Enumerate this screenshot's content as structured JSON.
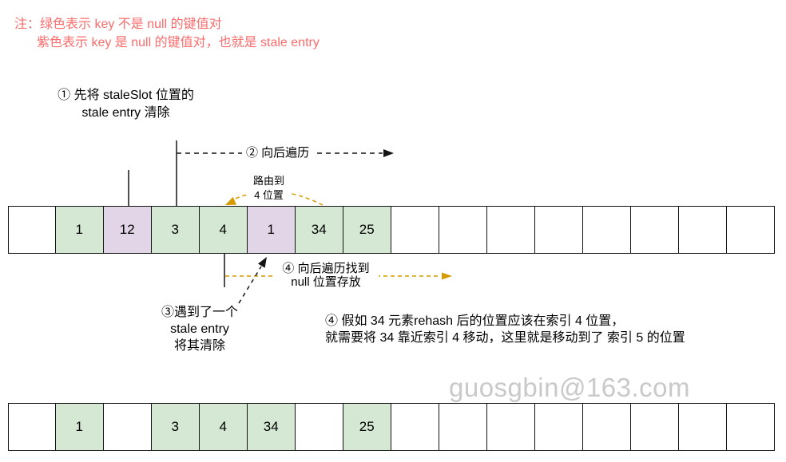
{
  "note": {
    "line1": "注：绿色表示 key 不是 null 的键值对",
    "line2": "紫色表示 key 是 null 的键值对，也就是 stale entry"
  },
  "steps": {
    "step1": [
      "① 先将 staleSlot 位置的",
      "stale entry 清除"
    ],
    "step2": "② 向后遍历",
    "route": [
      "路由到",
      "4 位置"
    ],
    "step4_traverse": [
      "④ 向后遍历找到",
      "null 位置存放"
    ],
    "step3": [
      "③遇到了一个",
      "stale entry",
      "将其清除"
    ],
    "step4_explain": [
      "④ 假如 34 元素rehash 后的位置应该在索引 4 位置，",
      "就需要将 34 靠近索引 4 移动，这里就是移动到了 索引 5 的位置"
    ]
  },
  "watermark": "guosgbin@163.com",
  "colors": {
    "green_cell": "#d5e8d4",
    "purple_cell": "#e1d5e7",
    "arrow_orange": "#d79b00",
    "note_red": "#fc6c6c",
    "watermark_gray": "#c9c9c9"
  },
  "arrays": {
    "top": {
      "cells": [
        {
          "value": "",
          "color": "white"
        },
        {
          "value": "1",
          "color": "green"
        },
        {
          "value": "12",
          "color": "purple"
        },
        {
          "value": "3",
          "color": "green"
        },
        {
          "value": "4",
          "color": "green"
        },
        {
          "value": "1",
          "color": "purple"
        },
        {
          "value": "34",
          "color": "green"
        },
        {
          "value": "25",
          "color": "green"
        },
        {
          "value": "",
          "color": "white"
        },
        {
          "value": "",
          "color": "white"
        },
        {
          "value": "",
          "color": "white"
        },
        {
          "value": "",
          "color": "white"
        },
        {
          "value": "",
          "color": "white"
        },
        {
          "value": "",
          "color": "white"
        },
        {
          "value": "",
          "color": "white"
        },
        {
          "value": "",
          "color": "white"
        }
      ]
    },
    "bottom": {
      "cells": [
        {
          "value": "",
          "color": "white"
        },
        {
          "value": "1",
          "color": "green"
        },
        {
          "value": "",
          "color": "white"
        },
        {
          "value": "3",
          "color": "green"
        },
        {
          "value": "4",
          "color": "green"
        },
        {
          "value": "34",
          "color": "green"
        },
        {
          "value": "",
          "color": "white"
        },
        {
          "value": "25",
          "color": "green"
        },
        {
          "value": "",
          "color": "white"
        },
        {
          "value": "",
          "color": "white"
        },
        {
          "value": "",
          "color": "white"
        },
        {
          "value": "",
          "color": "white"
        },
        {
          "value": "",
          "color": "white"
        },
        {
          "value": "",
          "color": "white"
        },
        {
          "value": "",
          "color": "white"
        },
        {
          "value": "",
          "color": "white"
        }
      ]
    }
  }
}
